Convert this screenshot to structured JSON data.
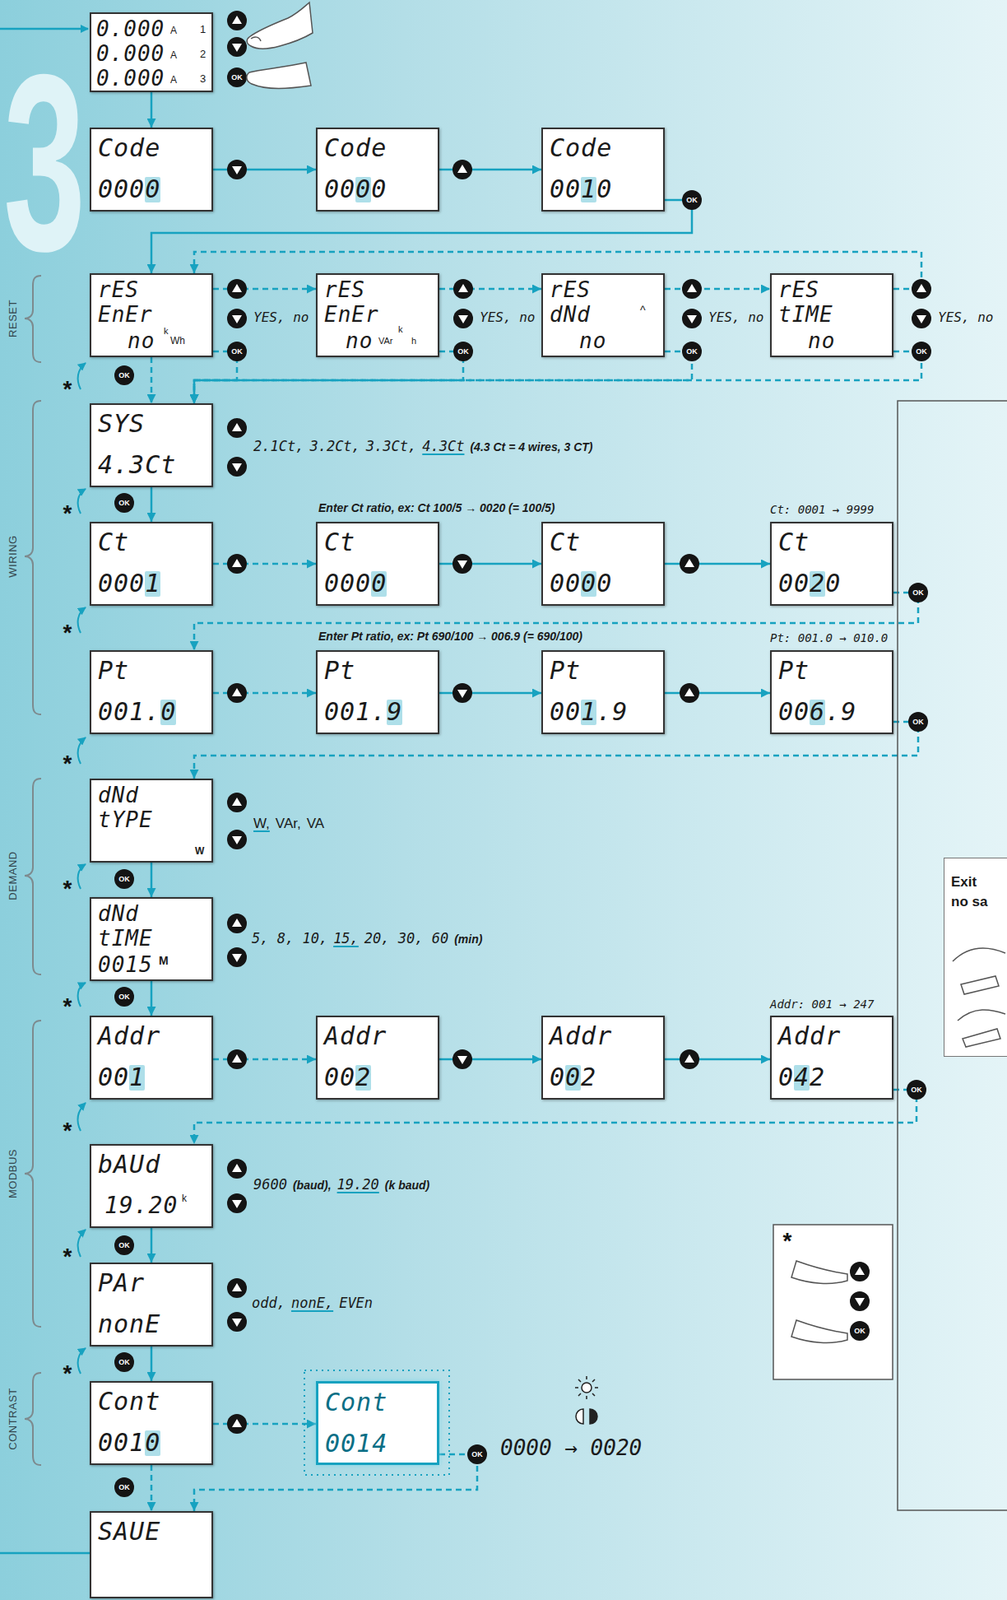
{
  "diagram": {
    "nodes": [
      {
        "text": [
          "0.000",
          "A",
          "1",
          "0.000",
          "A",
          "2",
          "0.000",
          "A",
          "3"
        ]
      },
      {
        "text": [
          "Code",
          "0000"
        ]
      },
      {
        "text": [
          "Code",
          "0000"
        ]
      },
      {
        "text": [
          "Code",
          "0010"
        ]
      },
      {
        "text": [
          "rES",
          "EnEr",
          "no",
          "k",
          "Wh"
        ]
      },
      {
        "text": [
          "rES",
          "EnEr",
          "no",
          "k",
          "VAr",
          "h"
        ]
      },
      {
        "text": [
          "rES",
          "dNd",
          "^",
          "no"
        ]
      },
      {
        "text": [
          "rES",
          "tIME",
          "no"
        ]
      },
      {
        "text": [
          "SYS",
          "4.3Ct"
        ]
      },
      {
        "text": [
          "Ct",
          "0001"
        ]
      },
      {
        "text": [
          "Ct",
          "0000"
        ]
      },
      {
        "text": [
          "Ct",
          "0000"
        ]
      },
      {
        "text": [
          "Ct",
          "0020"
        ]
      },
      {
        "text": [
          "Pt",
          "001.0"
        ]
      },
      {
        "text": [
          "Pt",
          "001.9"
        ]
      },
      {
        "text": [
          "Pt",
          "001.9"
        ]
      },
      {
        "text": [
          "Pt",
          "006.9"
        ]
      },
      {
        "text": [
          "dNd",
          "tYPE",
          "W"
        ]
      },
      {
        "text": [
          "dNd",
          "tIME",
          "0015",
          "M"
        ]
      },
      {
        "text": [
          "Addr",
          "001"
        ]
      },
      {
        "text": [
          "Addr",
          "002"
        ]
      },
      {
        "text": [
          "Addr",
          "002"
        ]
      },
      {
        "text": [
          "Addr",
          "042"
        ]
      },
      {
        "text": [
          "bAUd",
          "19.20",
          "k"
        ]
      },
      {
        "text": [
          "PAr",
          "nonE"
        ]
      },
      {
        "text": [
          "Cont",
          "0010"
        ]
      },
      {
        "text": [
          "Cont",
          "0014"
        ]
      },
      {
        "text": [
          "SAUE"
        ]
      },
      {
        "text": [
          "Exit",
          "no sa"
        ]
      }
    ],
    "edges": [
      {
        "from": 0,
        "to": 1,
        "arrow": "to"
      },
      {
        "from": 1,
        "to": 2,
        "arrow": "to"
      },
      {
        "from": 2,
        "to": 3,
        "arrow": "to"
      },
      {
        "from": 3,
        "to": 4,
        "arrow": "to"
      },
      {
        "from": 4,
        "to": 5,
        "arrow": "to"
      },
      {
        "from": 5,
        "to": 6,
        "arrow": "to"
      },
      {
        "from": 6,
        "to": 7,
        "arrow": "to"
      },
      {
        "from": 7,
        "to": 4,
        "arrow": "to"
      },
      {
        "from": 4,
        "to": 8,
        "arrow": "to"
      },
      {
        "from": 4,
        "to": 8,
        "arrow": "to"
      },
      {
        "from": 5,
        "to": 8,
        "arrow": "to"
      },
      {
        "from": 6,
        "to": 8,
        "arrow": "to"
      },
      {
        "from": 7,
        "to": 8,
        "arrow": "to"
      },
      {
        "from": 8,
        "to": 9,
        "arrow": "to"
      },
      {
        "from": 9,
        "to": 10,
        "arrow": "to"
      },
      {
        "from": 10,
        "to": 11,
        "arrow": "to"
      },
      {
        "from": 11,
        "to": 12,
        "arrow": "to"
      },
      {
        "from": 12,
        "to": 13,
        "arrow": "to"
      },
      {
        "from": 13,
        "to": 14,
        "arrow": "to"
      },
      {
        "from": 14,
        "to": 15,
        "arrow": "to"
      },
      {
        "from": 15,
        "to": 16,
        "arrow": "to"
      },
      {
        "from": 16,
        "to": 17,
        "arrow": "to"
      },
      {
        "from": 17,
        "to": 18,
        "arrow": "to"
      },
      {
        "from": 18,
        "to": 19,
        "arrow": "to"
      },
      {
        "from": 19,
        "to": 20,
        "arrow": "to"
      },
      {
        "from": 20,
        "to": 21,
        "arrow": "to"
      },
      {
        "from": 21,
        "to": 22,
        "arrow": "to"
      },
      {
        "from": 22,
        "to": 23,
        "arrow": "to"
      },
      {
        "from": 23,
        "to": 24,
        "arrow": "to"
      },
      {
        "from": 24,
        "to": 25,
        "arrow": "to"
      },
      {
        "from": 25,
        "to": 26,
        "arrow": "to"
      },
      {
        "from": 25,
        "to": 27,
        "arrow": "to"
      },
      {
        "from": 26,
        "to": 27,
        "arrow": "to"
      }
    ],
    "labels": [
      "3",
      "RESET",
      "WIRING",
      "DEMAND",
      "MODBUS",
      "CONTRAST",
      "OK",
      "OK",
      "OK",
      "OK",
      "OK",
      "OK",
      "OK",
      "OK",
      "OK",
      "OK",
      "OK",
      "OK",
      "OK",
      "OK",
      "OK",
      "OK",
      "OK",
      "OK",
      "YES, no",
      "YES, no",
      "YES, no",
      "YES, no",
      "2.1Ct,",
      "3.2Ct,",
      "3.3Ct,",
      "4.3Ct",
      "(4.3 Ct = 4 wires, 3 CT)",
      "Enter Ct ratio, ex: Ct 100/5 → 0020 (= 100/5)",
      "Ct: 0001 → 9999",
      "Enter Pt ratio, ex: Pt 690/100 → 006.9 (= 690/100)",
      "Pt: 001.0 → 010.0",
      "W,",
      "VAr,",
      "VA",
      "5, 8, 10,",
      "15,",
      "20, 30, 60",
      "(min)",
      "Addr: 001 → 247",
      "9600",
      "(baud),",
      "19.20",
      "(k baud)",
      "odd,",
      "nonE,",
      "EVEn",
      "0000 → 0020",
      "*",
      "*",
      "*",
      "*",
      "*",
      "*",
      "*",
      "*",
      "*",
      "*"
    ]
  }
}
